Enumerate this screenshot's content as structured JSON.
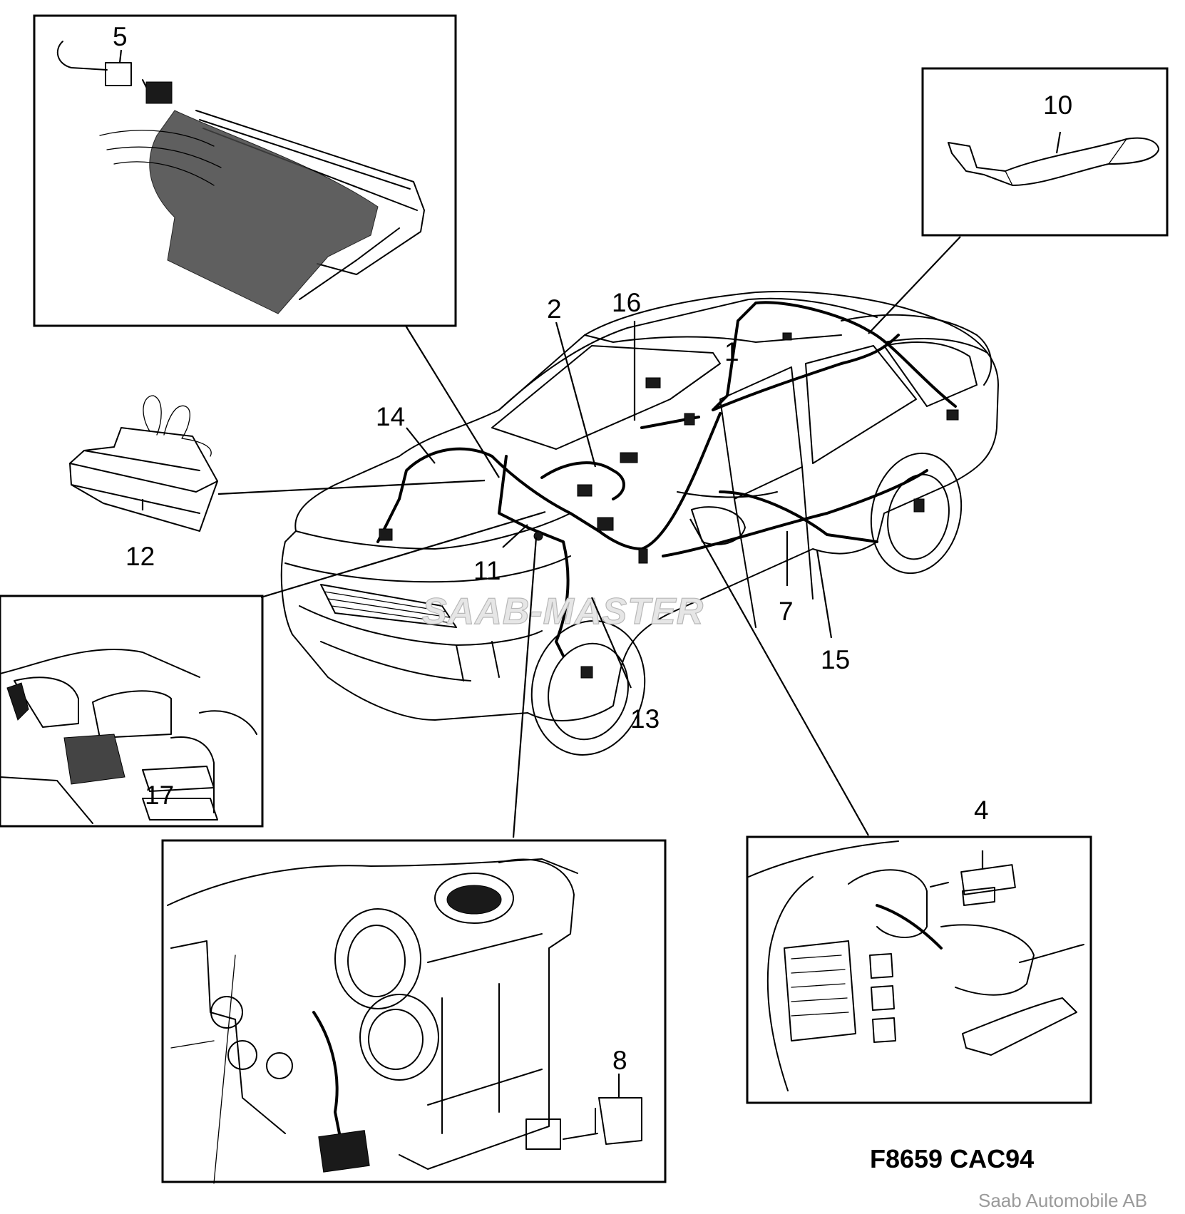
{
  "diagram": {
    "part_number": "F8659 CAC94",
    "credit": "Saab Automobile AB",
    "watermark": "SAAB-MASTER",
    "callouts": {
      "c1": "1",
      "c2": "2",
      "c4": "4",
      "c5": "5",
      "c7": "7",
      "c8": "8",
      "c10": "10",
      "c11": "11",
      "c12": "12",
      "c13": "13",
      "c14": "14",
      "c15": "15",
      "c16": "16",
      "c17": "17"
    }
  }
}
